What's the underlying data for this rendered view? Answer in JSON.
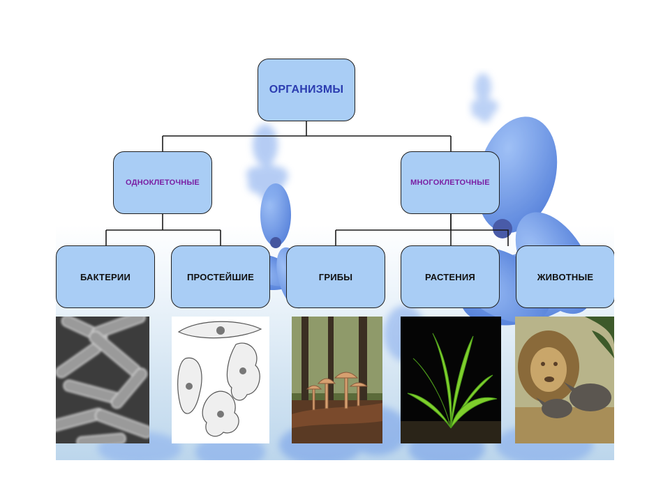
{
  "diagram": {
    "root": {
      "label": "ОРГАНИЗМЫ"
    },
    "groups": [
      {
        "label": "ОДНОКЛЕТОЧНЫЕ",
        "children": [
          "БАКТЕРИИ",
          "ПРОСТЕЙШИЕ"
        ]
      },
      {
        "label": "МНОГОКЛЕТОЧНЫЕ",
        "children": [
          "ГРИБЫ",
          "РАСТЕНИЯ",
          "ЖИВОТНЫЕ"
        ]
      }
    ],
    "leaves": [
      {
        "label": "БАКТЕРИИ",
        "image": "bacteria-micrograph"
      },
      {
        "label": "ПРОСТЕЙШИЕ",
        "image": "protozoa-drawing"
      },
      {
        "label": "ГРИБЫ",
        "image": "mushrooms-photo"
      },
      {
        "label": "РАСТЕНИЯ",
        "image": "plant-photo"
      },
      {
        "label": "ЖИВОТНЫЕ",
        "image": "lion-rhino-photo"
      }
    ]
  },
  "colors": {
    "node_fill": "#a9cdf5",
    "node_border": "#1f1f1f",
    "root_text": "#2b3cb0",
    "group_text": "#7a1fa3",
    "leaf_text": "#111111",
    "background_flowers": "#5a8fe0"
  }
}
